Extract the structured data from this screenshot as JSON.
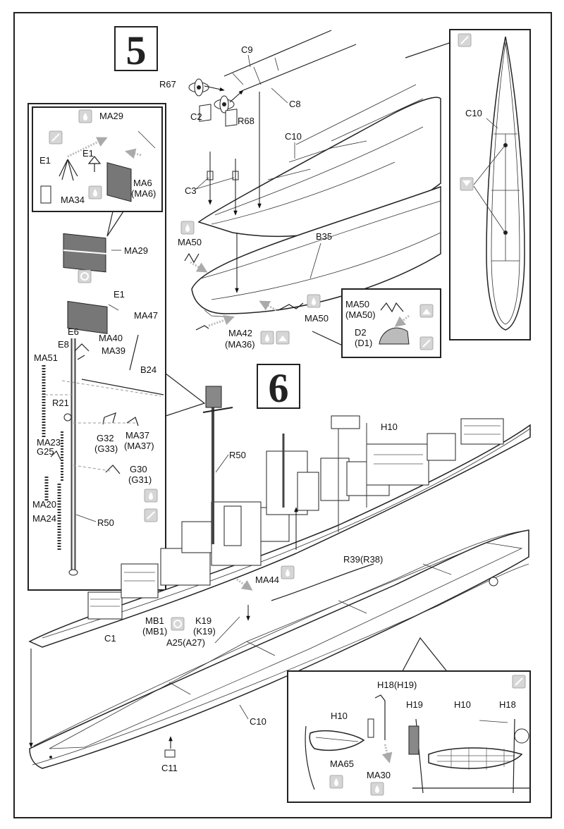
{
  "steps": {
    "step5": "5",
    "step6": "6"
  },
  "labels": {
    "C9": "C9",
    "R67": "R67",
    "C8": "C8",
    "R68": "R68",
    "C2": "C2",
    "C10_top": "C10",
    "C3": "C3",
    "B35": "B35",
    "MA50": "MA50",
    "MA50_alt": "MA50",
    "MA42": "MA42",
    "MA36": "(MA36)",
    "C10_plan": "C10",
    "MA50_box": "MA50",
    "MA50_box_alt": "(MA50)",
    "D2": "D2",
    "D1": "(D1)",
    "MA29_inset": "MA29",
    "E1_a": "E1",
    "E1_b": "E1",
    "MA34": "MA34",
    "MA6": "MA6",
    "MA6_alt": "(MA6)",
    "MA29": "MA29",
    "E1_c": "E1",
    "MA47": "MA47",
    "E6": "E6",
    "MA40": "MA40",
    "E8": "E8",
    "MA39": "MA39",
    "MA51": "MA51",
    "B24": "B24",
    "R21": "R21",
    "MA23": "MA23",
    "G32": "G32",
    "G33": "(G33)",
    "MA37": "MA37",
    "MA37_alt": "(MA37)",
    "G25": "G25",
    "G30": "G30",
    "G31": "(G31)",
    "MA20": "MA20",
    "MA24": "MA24",
    "R50_left": "R50",
    "R50_mast": "R50",
    "H10_top": "H10",
    "R39": "R39(R38)",
    "MA44": "MA44",
    "MB1": "MB1",
    "MB1_alt": "(MB1)",
    "K19": "K19",
    "K19_alt": "(K19)",
    "A25": "A25(A27)",
    "C1": "C1",
    "C10_hull": "C10",
    "C11": "C11",
    "H18_H19": "H18(H19)",
    "H10_box_a": "H10",
    "H19": "H19",
    "H10_box_b": "H10",
    "H18": "H18",
    "MA65": "MA65",
    "MA30": "MA30"
  },
  "icons": {
    "paint": "paint-drop-icon",
    "glue": "glue-brush-icon",
    "photo_etch": "photo-etch-icon",
    "rotate": "rotate-view-icon",
    "cement": "cement-icon"
  }
}
